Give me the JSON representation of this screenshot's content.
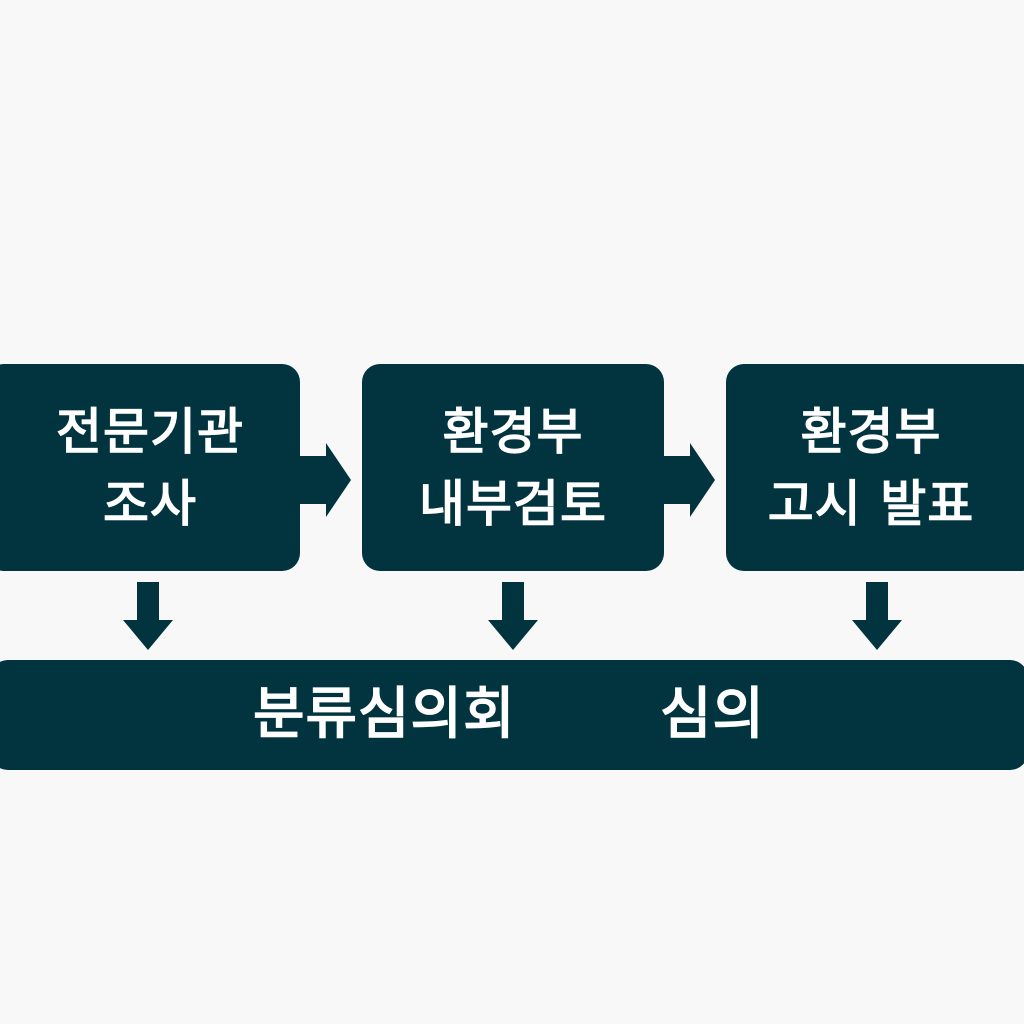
{
  "diagram": {
    "steps": [
      {
        "line1": "전문기관",
        "line2": "조사"
      },
      {
        "line1": "환경부",
        "line2": "내부검토"
      },
      {
        "line1": "환경부",
        "line2": "고시 발표"
      }
    ],
    "bottom": {
      "left_text": "분류심의회",
      "right_text": "심의"
    }
  },
  "colors": {
    "box": "#023440",
    "text": "#ffffff",
    "background": "#f8f8f8"
  }
}
